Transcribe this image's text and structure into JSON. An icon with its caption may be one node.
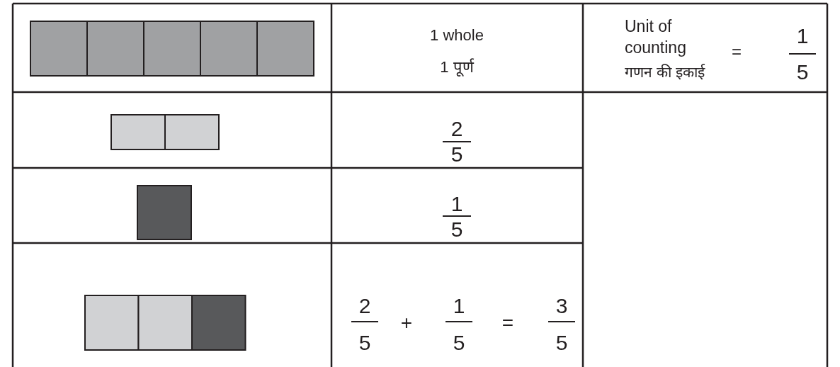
{
  "diagram": {
    "labels": [
      "1 whole",
      "1 पूर्ण",
      "Unit of counting",
      "=",
      "गणन की इकाई",
      "1",
      "5",
      "2",
      "5",
      "1",
      "5",
      "2",
      "5",
      "+",
      "1",
      "5",
      "=",
      "3",
      "5"
    ]
  }
}
